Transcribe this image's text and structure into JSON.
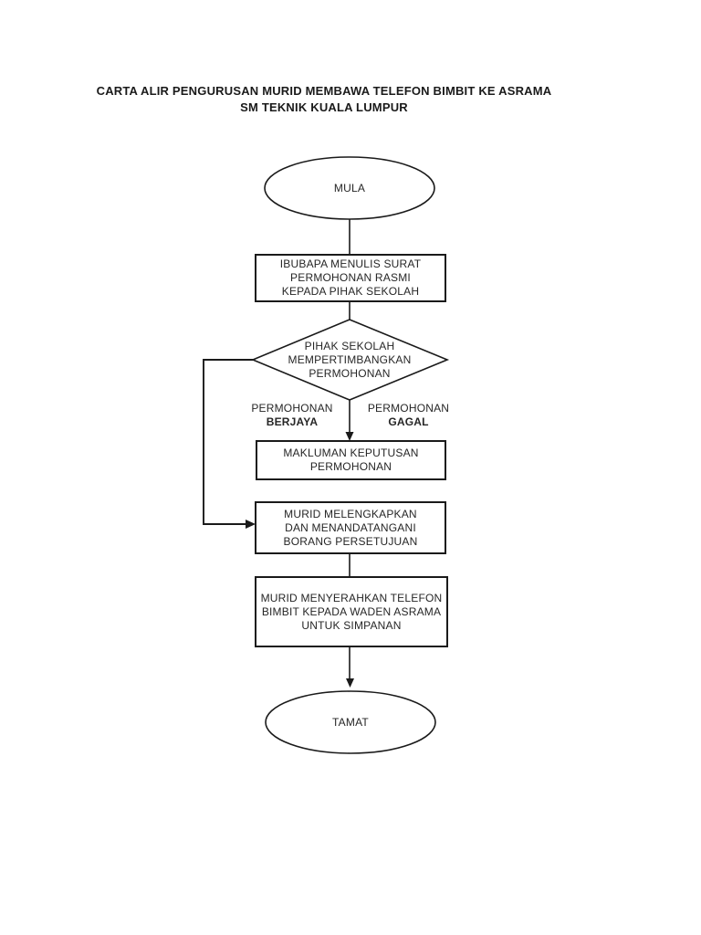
{
  "page": {
    "title_line1": "CARTA ALIR PENGURUSAN MURID MEMBAWA TELEFON BIMBIT KE ASRAMA",
    "title_line2": "SM TEKNIK KUALA LUMPUR"
  },
  "flowchart": {
    "nodes": {
      "start": {
        "type": "ellipse",
        "label": "MULA"
      },
      "step1": {
        "type": "process",
        "label": "IBUBAPA MENULIS SURAT PERMOHONAN RASMI KEPADA PIHAK SEKOLAH"
      },
      "decision": {
        "type": "decision",
        "label": "PIHAK SEKOLAH MEMPERTIMBANGKAN PERMOHONAN"
      },
      "step2": {
        "type": "process",
        "label": "MAKLUMAN KEPUTUSAN PERMOHONAN"
      },
      "step3": {
        "type": "process",
        "label": "MURID MELENGKAPKAN DAN MENANDATANGANI BORANG PERSETUJUAN"
      },
      "step4": {
        "type": "process",
        "label": "MURID MENYERAHKAN TELEFON BIMBIT KEPADA WADEN ASRAMA UNTUK SIMPANAN"
      },
      "end": {
        "type": "ellipse",
        "label": "TAMAT"
      }
    },
    "branch_labels": {
      "success_line1": "PERMOHONAN",
      "success_line2": "BERJAYA",
      "fail_line1": "PERMOHONAN",
      "fail_line2": "GAGAL"
    },
    "colors": {
      "line": "#1a1a1a",
      "text": "#262626",
      "background": "#ffffff"
    }
  }
}
